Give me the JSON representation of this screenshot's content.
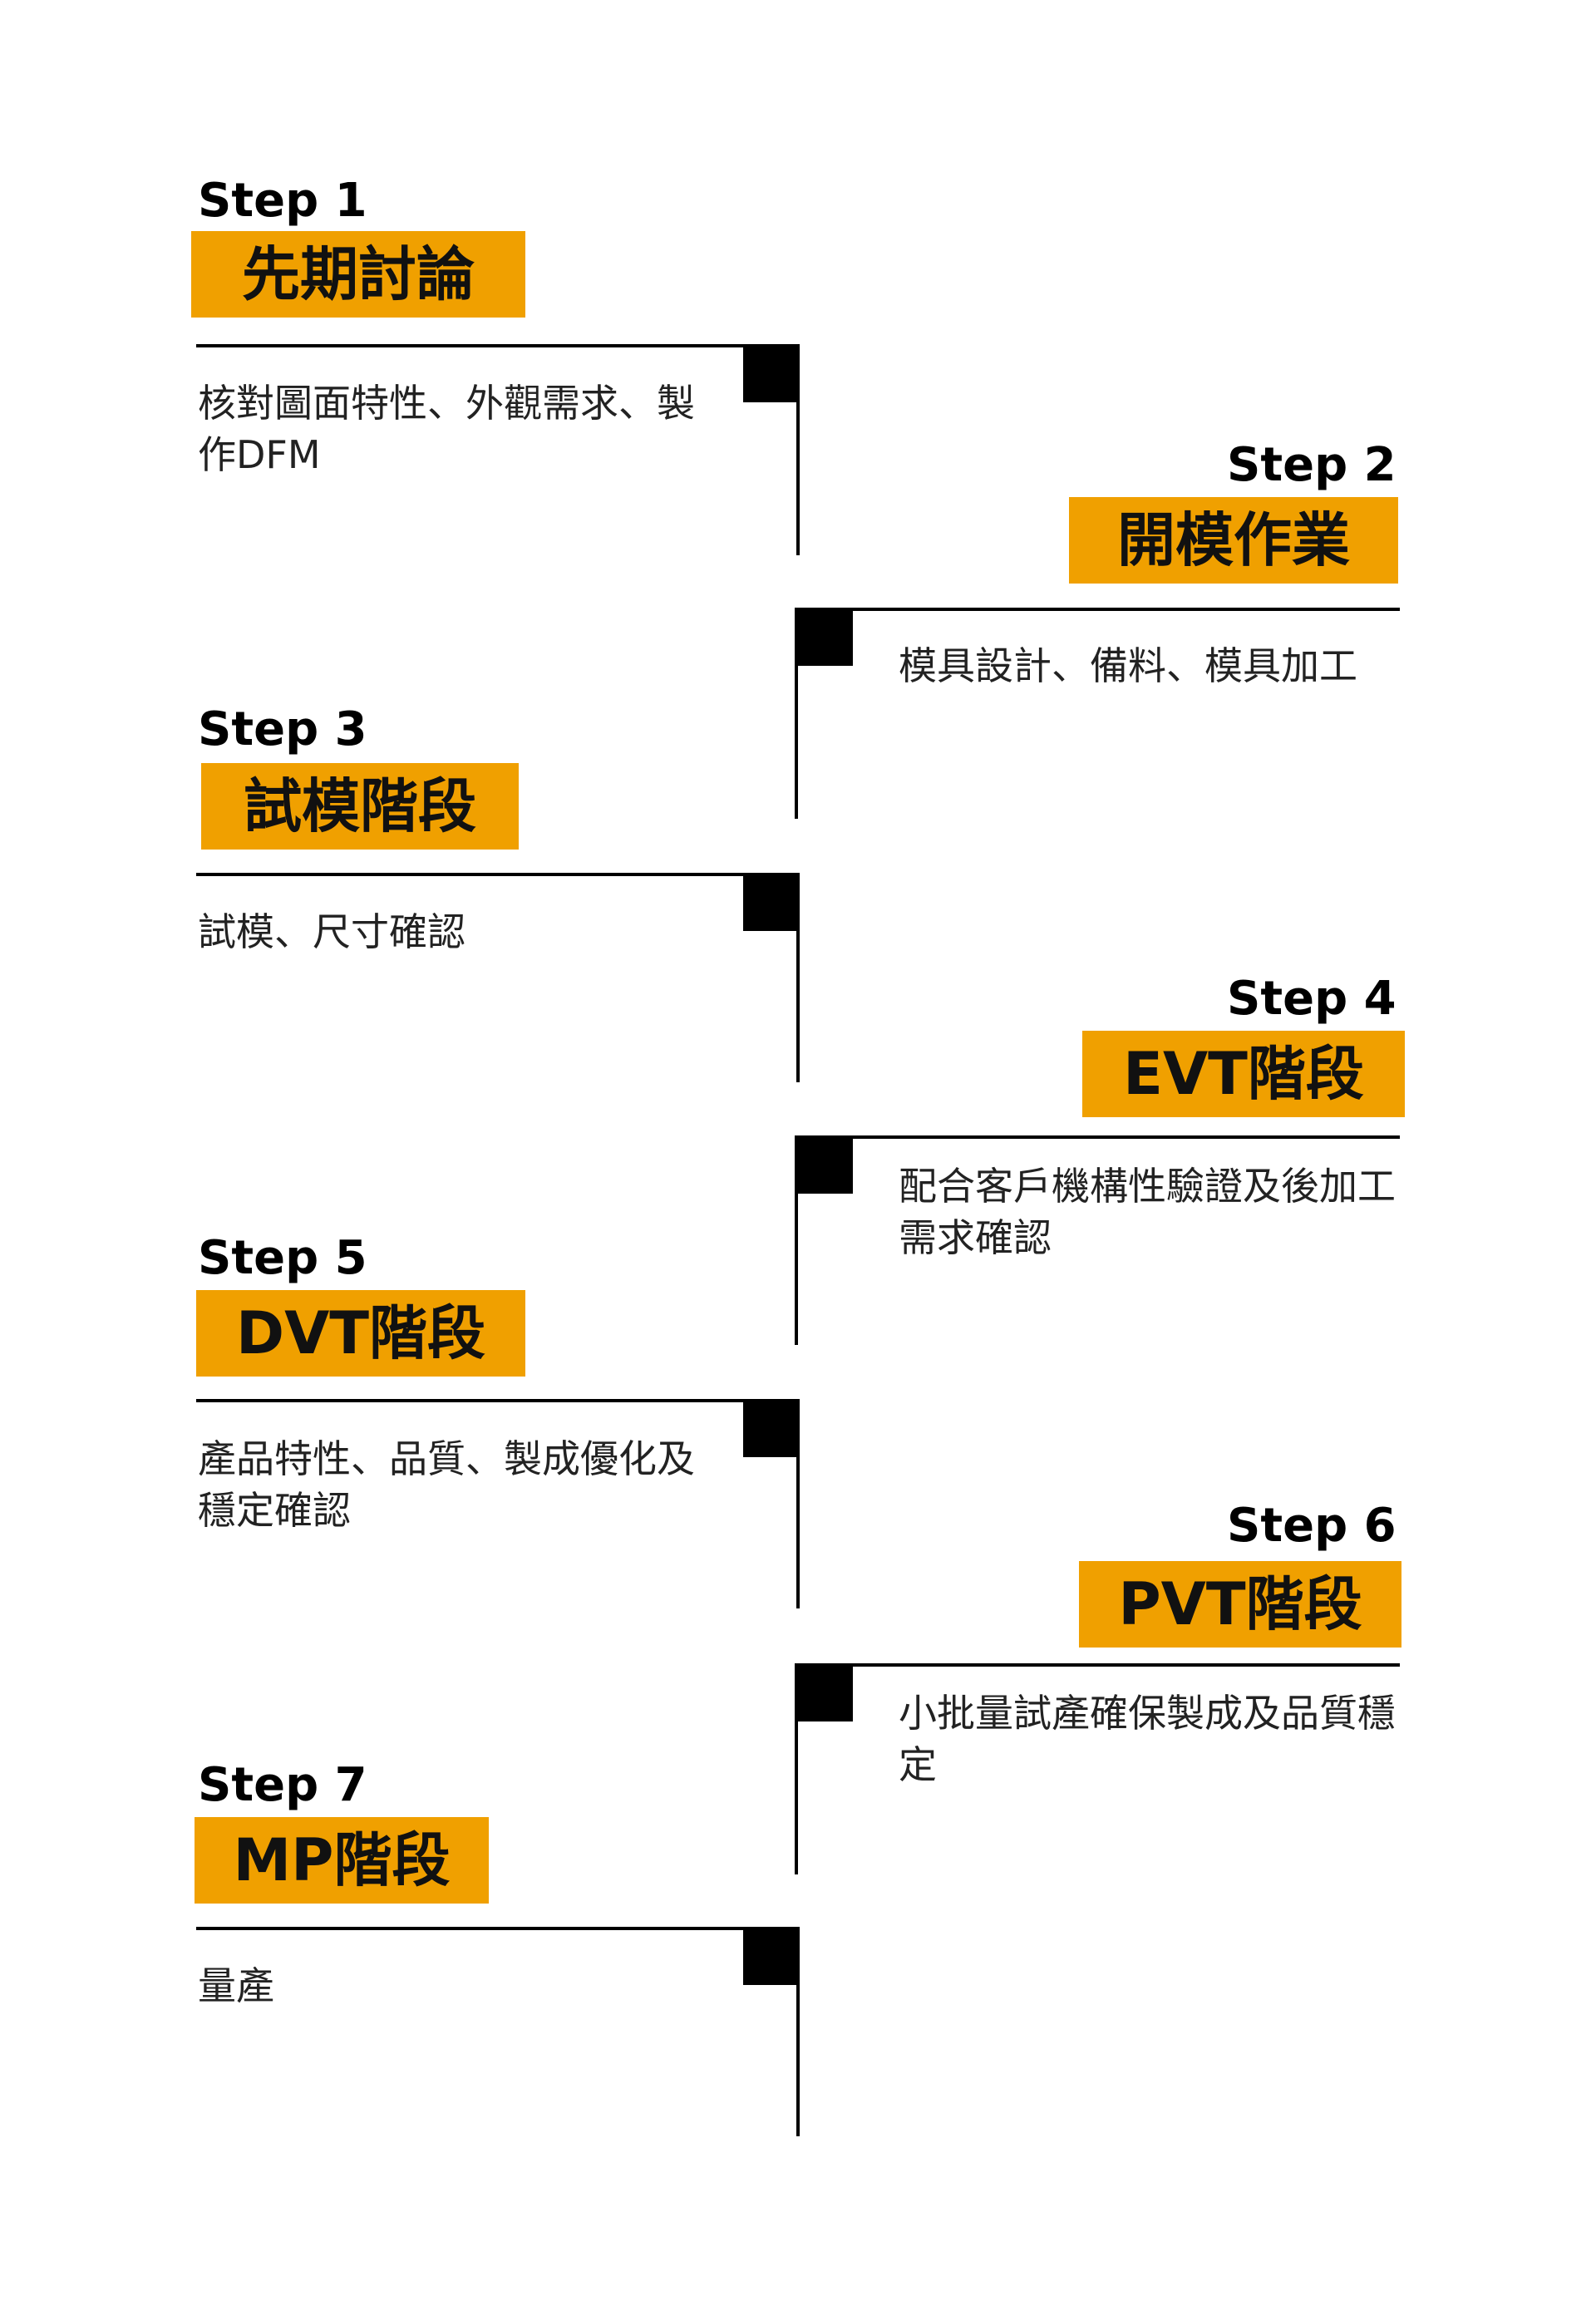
{
  "steps": [
    {
      "label": "Step 1",
      "title": "先期討論",
      "desc": "核對圖面特性、外觀需求、製作DFM"
    },
    {
      "label": "Step 2",
      "title": "開模作業",
      "desc": "模具設計、備料、模具加工"
    },
    {
      "label": "Step 3",
      "title": "試模階段",
      "desc": "試模、尺寸確認"
    },
    {
      "label": "Step 4",
      "title": "EVT階段",
      "desc": "配合客戶機構性驗證及後加工需求確認"
    },
    {
      "label": "Step 5",
      "title": "DVT階段",
      "desc": "產品特性、品質、製成優化及穩定確認"
    },
    {
      "label": "Step 6",
      "title": "PVT階段",
      "desc": "小批量試產確保製成及品質穩定"
    },
    {
      "label": "Step 7",
      "title": "MP階段",
      "desc": "量產"
    }
  ],
  "colors": {
    "accent": "#f0a000",
    "line": "#000000"
  }
}
